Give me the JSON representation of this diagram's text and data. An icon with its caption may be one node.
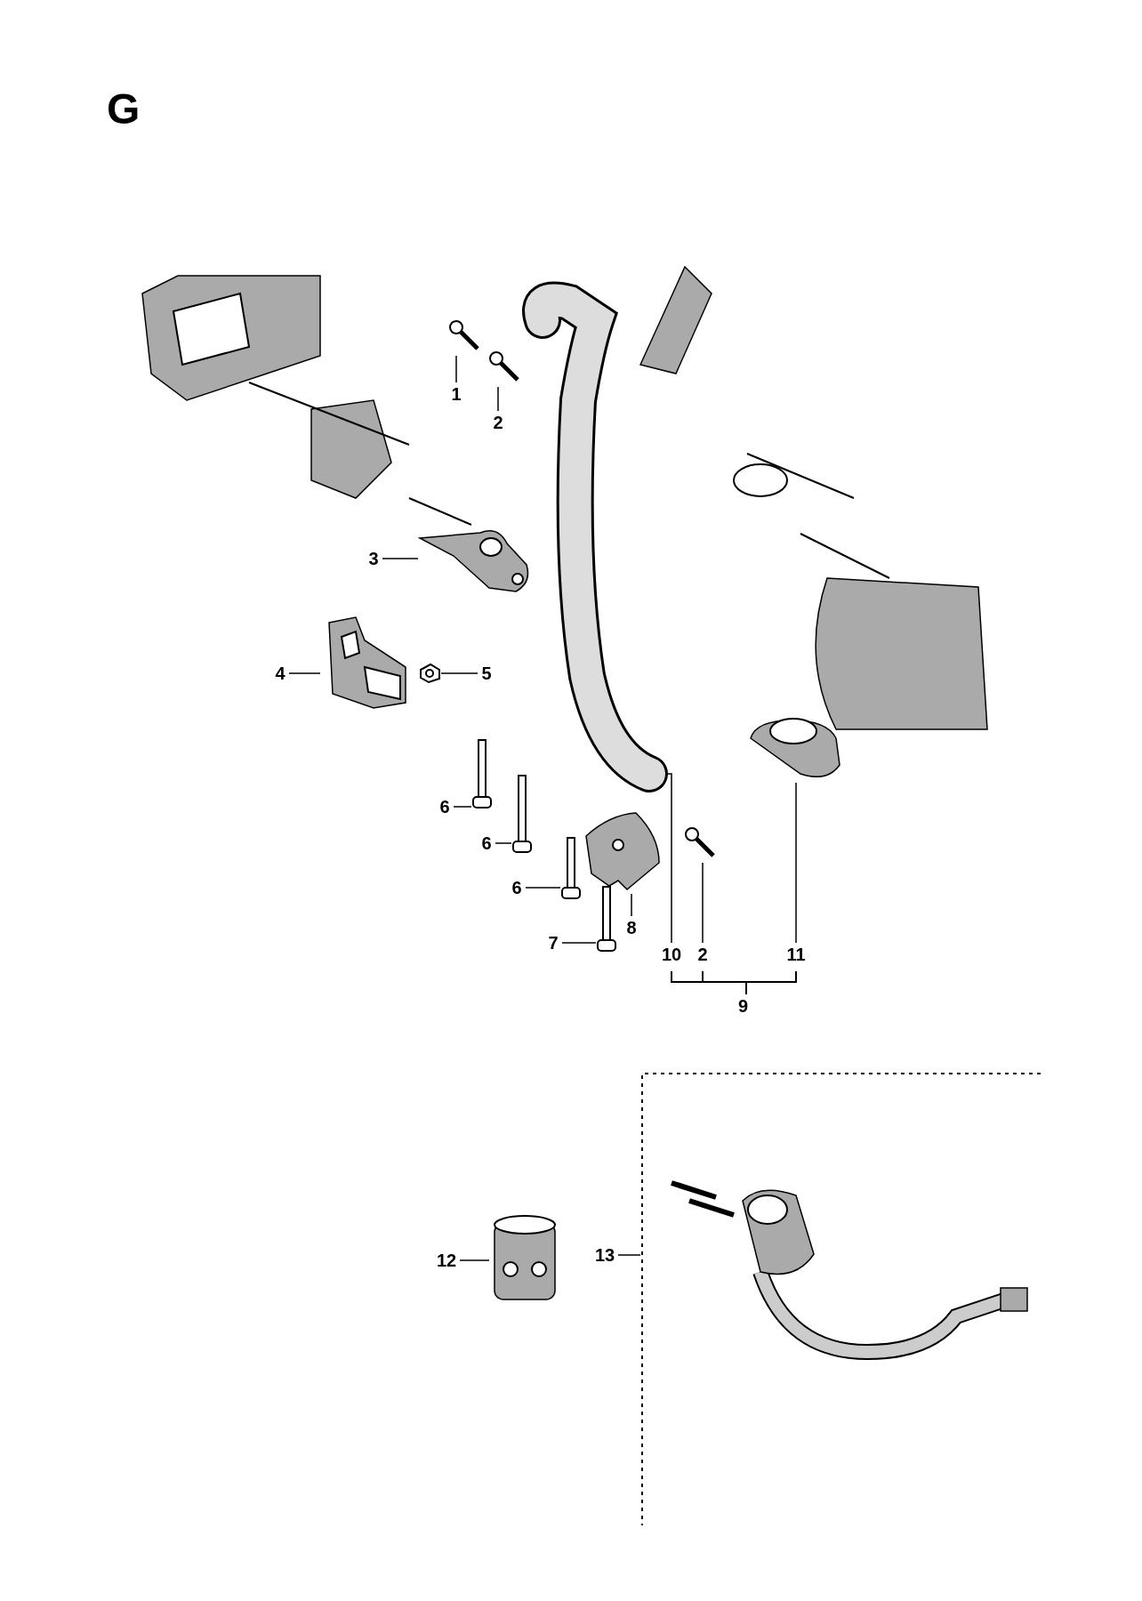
{
  "diagram": {
    "nodes": [
      {
        "text": [
          "1"
        ]
      },
      {
        "text": [],
        "shape": "picture"
      },
      {
        "text": [
          "2"
        ]
      },
      {
        "text": [],
        "shape": "picture"
      },
      {
        "text": [
          "3"
        ]
      },
      {
        "text": [],
        "shape": "picture"
      },
      {
        "text": [
          "4"
        ]
      },
      {
        "text": [],
        "shape": "picture"
      },
      {
        "text": [
          "5"
        ]
      },
      {
        "text": [],
        "shape": "picture"
      },
      {
        "text": [
          "6"
        ]
      },
      {
        "text": [],
        "shape": "picture"
      },
      {
        "text": [
          "6"
        ]
      },
      {
        "text": [],
        "shape": "picture"
      },
      {
        "text": [
          "6"
        ]
      },
      {
        "text": [],
        "shape": "picture"
      },
      {
        "text": [
          "7"
        ]
      },
      {
        "text": [],
        "shape": "picture"
      },
      {
        "text": [
          "8"
        ]
      },
      {
        "text": [],
        "shape": "picture"
      },
      {
        "text": [
          "10"
        ]
      },
      {
        "text": [],
        "shape": "picture"
      },
      {
        "text": [
          "2"
        ]
      },
      {
        "text": [],
        "shape": "picture"
      },
      {
        "text": [
          "11"
        ]
      },
      {
        "text": [],
        "shape": "picture"
      },
      {
        "text": [
          "12"
        ]
      },
      {
        "text": [],
        "shape": "picture"
      },
      {
        "text": [
          "13"
        ]
      },
      {
        "text": [],
        "shape": "box"
      },
      {
        "text": [],
        "shape": "picture",
        "in": 29
      }
    ],
    "edges": [
      {
        "from": 0,
        "to": 1,
        "arrow": "none"
      },
      {
        "from": 2,
        "to": 3,
        "arrow": "none"
      },
      {
        "from": 4,
        "to": 5,
        "arrow": "none"
      },
      {
        "from": 6,
        "to": 7,
        "arrow": "none"
      },
      {
        "from": 8,
        "to": 9,
        "arrow": "none"
      },
      {
        "from": 10,
        "to": 11,
        "arrow": "none"
      },
      {
        "from": 12,
        "to": 13,
        "arrow": "none"
      },
      {
        "from": 14,
        "to": 15,
        "arrow": "none"
      },
      {
        "from": 16,
        "to": 17,
        "arrow": "none"
      },
      {
        "from": 18,
        "to": 19,
        "arrow": "none"
      },
      {
        "from": 20,
        "to": 21,
        "arrow": "none"
      },
      {
        "from": 22,
        "to": 23,
        "arrow": "none"
      },
      {
        "from": 24,
        "to": 25,
        "arrow": "none"
      },
      {
        "from": 26,
        "to": 27,
        "arrow": "none"
      },
      {
        "from": 28,
        "to": 29,
        "arrow": "none"
      }
    ],
    "labels": [
      "G",
      "9"
    ]
  }
}
